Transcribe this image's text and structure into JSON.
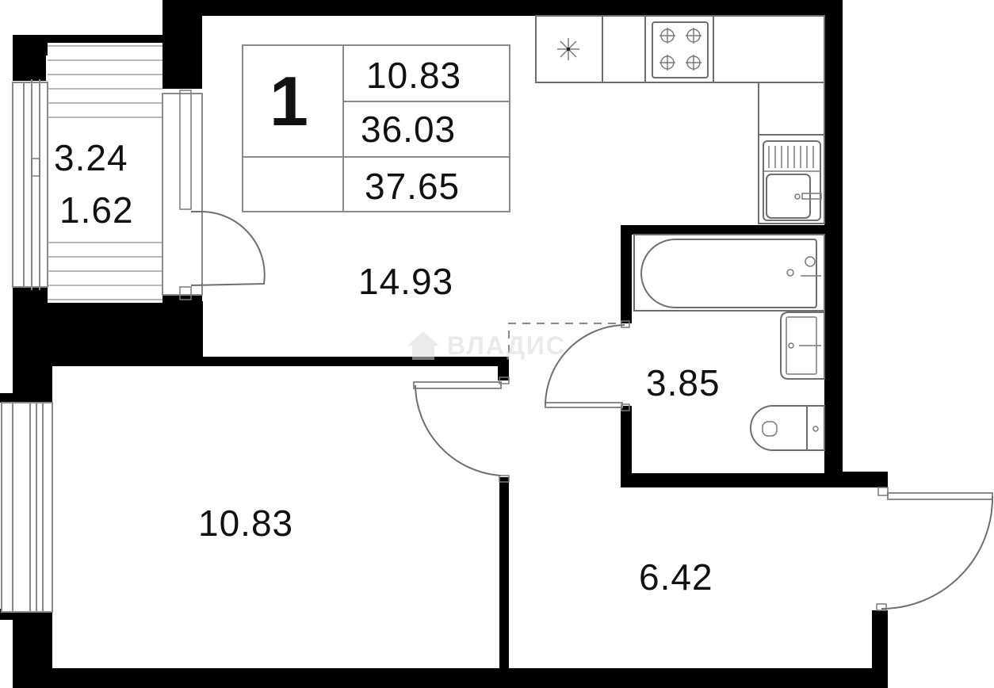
{
  "plan": {
    "type": "apartment-floor-plan",
    "summary_table": {
      "rooms_count": "1",
      "living_area": "10.83",
      "area_without_balcony": "36.03",
      "total_area": "37.65"
    },
    "rooms": [
      {
        "id": "kitchen-living",
        "area": "14.93"
      },
      {
        "id": "bedroom",
        "area": "10.83"
      },
      {
        "id": "bathroom",
        "area": "3.85"
      },
      {
        "id": "hallway",
        "area": "6.42"
      },
      {
        "id": "balcony",
        "area": "3.24",
        "reduced_area": "1.62"
      }
    ],
    "fixtures": [
      "hood-icon",
      "stove-icon",
      "sink-icon",
      "bathtub-icon",
      "washbasin-icon",
      "toilet-icon"
    ],
    "watermark": "ВЛАДИС",
    "colors": {
      "walls": "#000000",
      "fixtures": "#7a7a7a",
      "background": "#ffffff"
    }
  }
}
